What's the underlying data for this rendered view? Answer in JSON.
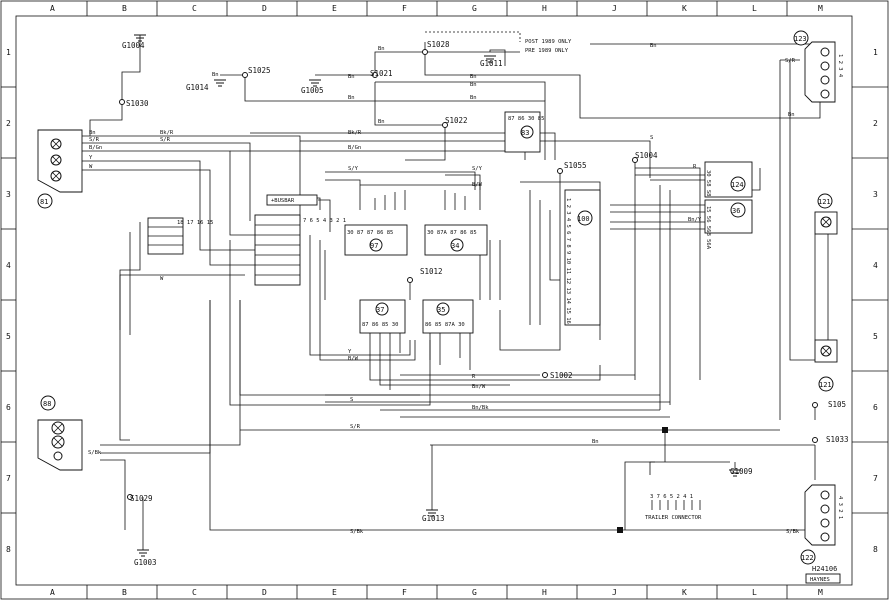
{
  "grid": {
    "cols": [
      "A",
      "B",
      "C",
      "D",
      "E",
      "F",
      "G",
      "H",
      "J",
      "K",
      "L",
      "M"
    ],
    "rows": [
      "1",
      "2",
      "3",
      "4",
      "5",
      "6",
      "7",
      "8"
    ]
  },
  "refs": {
    "c81": "81",
    "c88": "88",
    "c97": "97",
    "c34": "34",
    "c83": "83",
    "c37": "37",
    "c35": "35",
    "c100": "100",
    "c124": "124",
    "c36": "36",
    "c123": "123",
    "c121a": "121",
    "c121b": "121",
    "c122": "122"
  },
  "nodes": {
    "g1004": "G1004",
    "s1030": "S1030",
    "g1014": "G1014",
    "s1025": "S1025",
    "g1005": "G1005",
    "s1021": "S1021",
    "s1028": "S1028",
    "g1011": "G1011",
    "s1022": "S1022",
    "s1055": "S1055",
    "s1004": "S1004",
    "s1012": "S1012",
    "s1002": "S1002",
    "s105": "S105",
    "s1033": "S1033",
    "g1009": "G1009",
    "g1013": "G1013",
    "s1029": "S1029",
    "g1003": "G1003"
  },
  "notes": {
    "post": "POST 1989 ONLY",
    "pre": "PRE 1989 ONLY",
    "busbar": "+BUSBAR",
    "trailer": "TRAILER CONNECTOR",
    "trailer_pins": "3 7 6 5 2 4 1",
    "code": "H24106",
    "brand": "HAYNES"
  },
  "wire_labels": [
    "Bn",
    "Bn",
    "Bn",
    "Bn",
    "Bn",
    "Bn",
    "Bn",
    "Bn",
    "Bn",
    "Bn",
    "Bn",
    "Bn",
    "S/R",
    "S/R",
    "S/R",
    "S/R",
    "B/Gn",
    "B/Gn",
    "Bk/R",
    "Bk/R",
    "Y",
    "Y",
    "W",
    "W",
    "S/Y",
    "S/Y",
    "B/W",
    "B/W",
    "Bn/W",
    "Bn/Bk",
    "Bn/Y",
    "S/Bk",
    "S/Bk",
    "S/Bk",
    "S",
    "S",
    "R",
    "R"
  ],
  "pins": {
    "relay_box1": "30 87 87 86 85",
    "relay_box2": "30 87A 87 86 85",
    "relay37": "87 86 85 30",
    "relay35": "86 85 87A 30",
    "c100": "1 2 3 4 5 6 7 8 9 10 11 12 13 14 15 16",
    "c124": "30 58 S8 55",
    "c36": "15 56 56B 56A",
    "c123": "1 2 3 4",
    "c122": "4 3 2 1",
    "fuses": "18 17 16 15",
    "junction": "7 6 5 4 3 2 1",
    "c83": "87 86 30 85"
  }
}
